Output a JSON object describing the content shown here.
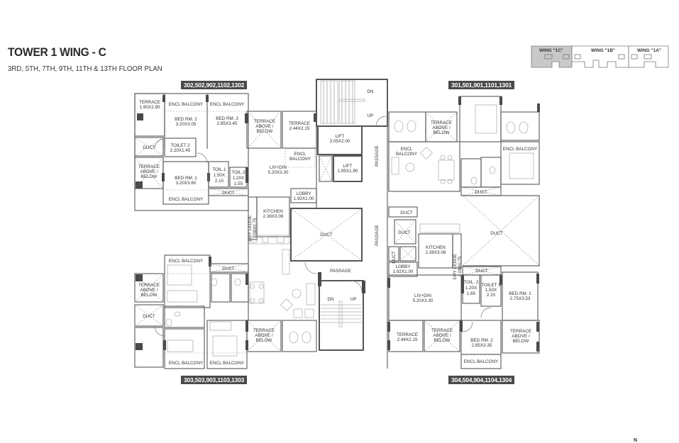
{
  "header": {
    "title": "TOWER 1 WING - C",
    "subtitle": "3RD, 5TH, 7TH, 9TH, 11TH & 13TH FLOOR PLAN"
  },
  "key_plan": {
    "wings": [
      {
        "label": "WING \"1C\"",
        "highlighted": true
      },
      {
        "label": "WING \"1B\"",
        "highlighted": false
      },
      {
        "label": "WING \"1A\"",
        "highlighted": false
      }
    ],
    "highlight_color": "#c8c8c8"
  },
  "units": {
    "top_left": "302,502,902,1102,1302",
    "top_right": "301,501,901,1101,1301",
    "bottom_left": "303,503,903,1103,1303",
    "bottom_right": "304,504,904,1104,1304"
  },
  "rooms": {
    "tl_terrace": {
      "name": "TERRACE",
      "size": "1.90X2.90"
    },
    "tl_encl_balcony_1": {
      "name": "ENCL BALCONY"
    },
    "tl_encl_balcony_2": {
      "name": "ENCL BALCONY"
    },
    "tl_bed2": {
      "name": "BED RM. 2",
      "size": "3.20X3.05"
    },
    "tl_bed3": {
      "name": "BED RM. 3",
      "size": "2.85X3.45"
    },
    "tl_duct": {
      "name": "DUCT"
    },
    "tl_toilet2": {
      "name": "TOILET 2",
      "size": "2.20X1.45"
    },
    "tl_terrace_above": {
      "name": "TERRACE ABOVE / BELOW"
    },
    "tl_bed1": {
      "name": "BED RM. 1",
      "size": "3.20X3.60"
    },
    "tl_toil1": {
      "name": "TOIL.1",
      "size_a": "1.50X",
      "size_b": "2.15"
    },
    "tl_toil3": {
      "name": "TOIL.3",
      "size_a": "1.20X",
      "size_b": "1.55"
    },
    "tl_duct2": {
      "name": "DUCT"
    },
    "tl_encl_balcony_3": {
      "name": "ENCL BALCONY"
    },
    "tl_dry_ledge": {
      "name": "DRY LEDGE",
      "size": "3.08X0.75"
    },
    "tl_terrace_above_2": {
      "name": "TERRACE ABOVE / BELOW"
    },
    "tl_terrace_2": {
      "name": "TERRACE",
      "size": "2.44X2.15"
    },
    "tl_encl_balcony_4": {
      "name": "ENCL BALCONY"
    },
    "tl_livdin": {
      "name": "LIV+DIN",
      "size": "5.20X3.30"
    },
    "tl_lobby": {
      "name": "LOBBY",
      "size": "1.92X1.00"
    },
    "tl_kitchen": {
      "name": "KITCHEN",
      "size": "2.38X3.08"
    },
    "core_lift1": {
      "name": "LIFT",
      "size": "3.05X2.00"
    },
    "core_lift2": {
      "name": "LIFT",
      "size": "1.95X1.90"
    },
    "core_duct": {
      "name": "DUCT"
    },
    "core_passage_v": {
      "name": "PASSAGE"
    },
    "core_passage_h": {
      "name": "PASSAGE"
    },
    "core_passage_right": {
      "name": "PASSAGE"
    },
    "stair_top_dn": "DN",
    "stair_top_up": "UP",
    "stair_bot_dn": "DN",
    "stair_bot_up": "UP",
    "tr_terrace_above": {
      "name": "TERRACE ABOVE / BELOW"
    },
    "tr_encl_balcony_1": {
      "name": "ENCL BALCONY"
    },
    "tr_encl_balcony_2": {
      "name": "ENCL BALCONY"
    },
    "tr_duct_1": {
      "name": "DUCT"
    },
    "tr_duct_2": {
      "name": "DUCT"
    },
    "tr_duct_3": {
      "name": "DUCT"
    },
    "tr_duct_4": {
      "name": "DUCT"
    },
    "tr_duct_big": {
      "name": "DUCT"
    },
    "tr_kitchen": {
      "name": "KITCHEN",
      "size": "2.38X3.08"
    },
    "tr_dry_ledge": {
      "name": "DRY LEDGE",
      "size": "3.08X0.75"
    },
    "tr_lobby": {
      "name": "LOBBY",
      "size": "1.92X1.00"
    },
    "br_duct": {
      "name": "DUCT"
    },
    "br_toil2": {
      "name": "TOIL. 2",
      "size_a": "1.20X",
      "size_b": "1.65"
    },
    "br_toilet1": {
      "name": "TOILET 1",
      "size_a": "1.50X",
      "size_b": "2.20"
    },
    "br_bed1": {
      "name": "BED RM. 1",
      "size": "2.75X3.53"
    },
    "br_livdin": {
      "name": "LIV+DIN",
      "size": "5.20X3.30"
    },
    "br_terrace": {
      "name": "TERRACE",
      "size": "2.44X2.15"
    },
    "br_terrace_above": {
      "name": "TERRACE ABOVE / BELOW"
    },
    "br_bed2": {
      "name": "BED RM. 2",
      "size": "2.85X3.35"
    },
    "br_terrace_above_2": {
      "name": "TERRACE ABOVE / BELOW"
    },
    "br_encl_balcony": {
      "name": "ENCL BALCONY"
    },
    "bl_encl_balcony_1": {
      "name": "ENCL BALCONY"
    },
    "bl_duct_1": {
      "name": "DUCT"
    },
    "bl_terrace_above": {
      "name": "TERRACE ABOVE / BELOW"
    },
    "bl_duct_2": {
      "name": "DUCT"
    },
    "bl_terrace_above_2": {
      "name": "TERRACE ABOVE / BELOW"
    },
    "bl_encl_balcony_2": {
      "name": "ENCL BALCONY"
    },
    "bl_encl_balcony_3": {
      "name": "ENCL BALCONY"
    }
  },
  "compass": {
    "label": "N"
  }
}
